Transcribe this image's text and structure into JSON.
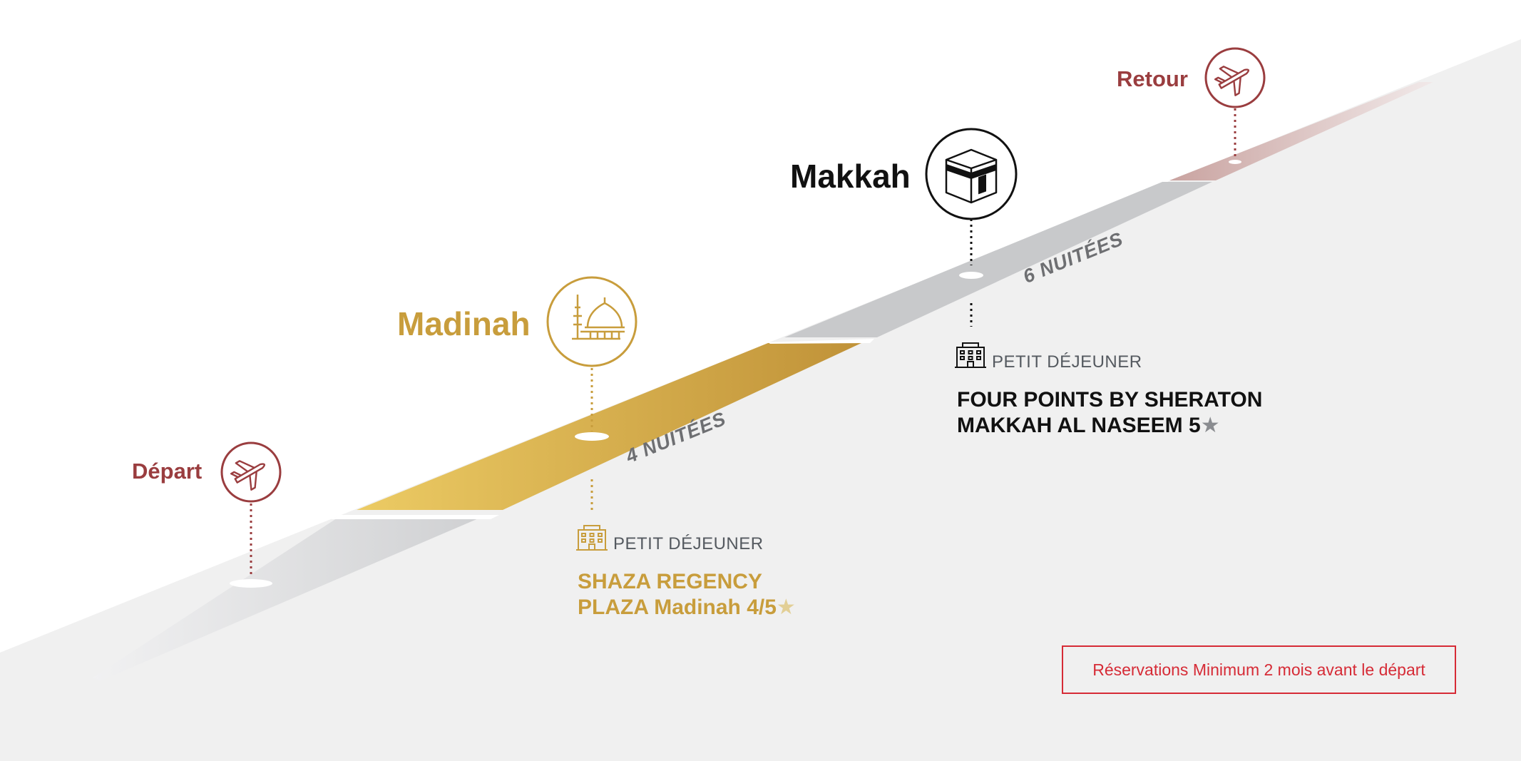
{
  "stops": {
    "depart": {
      "label": "Départ",
      "icon": "airplane-icon"
    },
    "madinah": {
      "label": "Madinah",
      "icon": "mosque-dome-icon"
    },
    "makkah": {
      "label": "Makkah",
      "icon": "kaaba-icon"
    },
    "retour": {
      "label": "Retour",
      "icon": "airplane-icon"
    }
  },
  "segments": {
    "madinah": {
      "nights": "4 NUITÉES",
      "meal": "PETIT DÉJEUNER",
      "hotel_line1": "SHAZA REGENCY",
      "hotel_line2": "PLAZA Madinah 4/5",
      "star": "★",
      "hotel_icon": "hotel-building-icon"
    },
    "makkah": {
      "nights": "6 NUITÉES",
      "meal": "PETIT DÉJEUNER",
      "hotel_line1": "FOUR POINTS BY SHERATON",
      "hotel_line2": "MAKKAH AL NASEEM 5",
      "star": "★",
      "hotel_icon": "hotel-building-icon"
    }
  },
  "notice": "Réservations Minimum 2 mois avant le départ",
  "colors": {
    "depart_retour": "#9a3d3f",
    "madinah_gold": "#c89d3c",
    "makkah": "#111111",
    "notice_red": "#d62b36",
    "track_grey": "#c8c9cb"
  }
}
